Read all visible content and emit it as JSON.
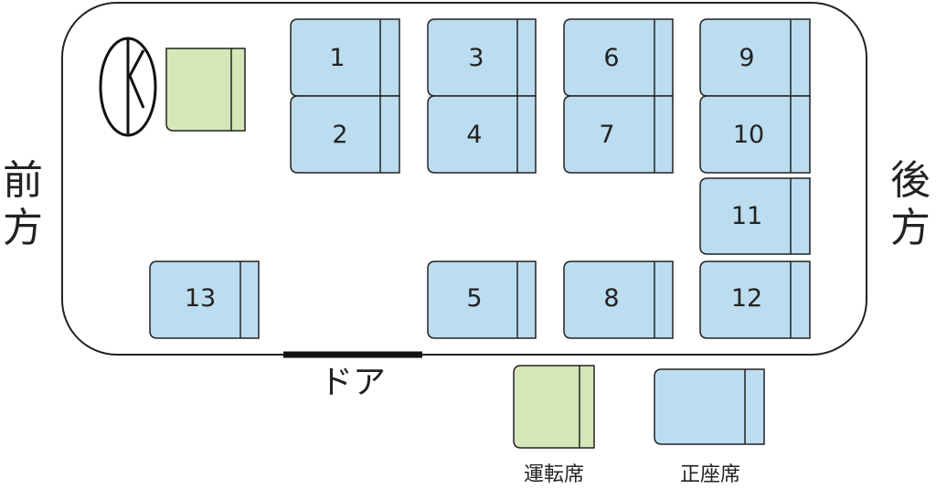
{
  "side_labels": {
    "front": "前方",
    "rear": "後方"
  },
  "door_label": "ドア",
  "legend": {
    "driver_seat": "運転席",
    "regular_seat": "正座席"
  },
  "seats": [
    {
      "id": "seat-1",
      "number": "1"
    },
    {
      "id": "seat-2",
      "number": "2"
    },
    {
      "id": "seat-3",
      "number": "3"
    },
    {
      "id": "seat-4",
      "number": "4"
    },
    {
      "id": "seat-5",
      "number": "5"
    },
    {
      "id": "seat-6",
      "number": "6"
    },
    {
      "id": "seat-7",
      "number": "7"
    },
    {
      "id": "seat-8",
      "number": "8"
    },
    {
      "id": "seat-9",
      "number": "9"
    },
    {
      "id": "seat-10",
      "number": "10"
    },
    {
      "id": "seat-11",
      "number": "11"
    },
    {
      "id": "seat-12",
      "number": "12"
    },
    {
      "id": "seat-13",
      "number": "13"
    }
  ],
  "colors": {
    "regular_seat": "#bcdcf0",
    "driver_seat": "#d4e7b8",
    "outline": "#222222"
  }
}
